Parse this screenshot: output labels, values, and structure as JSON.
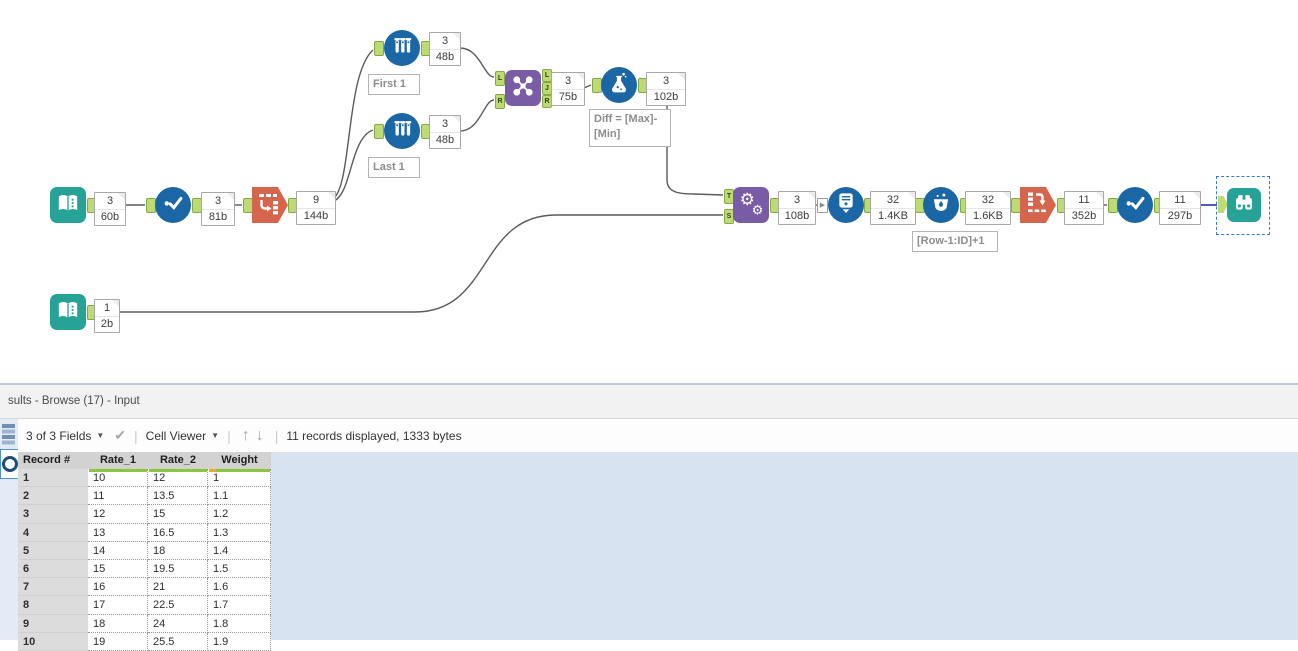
{
  "canvas": {
    "annotations": [
      {
        "count": "3",
        "size": "60b"
      },
      {
        "count": "3",
        "size": "81b"
      },
      {
        "count": "9",
        "size": "144b"
      },
      {
        "count": "3",
        "size": "48b"
      },
      {
        "count": "3",
        "size": "48b"
      },
      {
        "count": "3",
        "size": "75b"
      },
      {
        "count": "3",
        "size": "102b"
      },
      {
        "count": "3",
        "size": "108b"
      },
      {
        "count": "32",
        "size": "1.4KB"
      },
      {
        "count": "32",
        "size": "1.6KB"
      },
      {
        "count": "11",
        "size": "352b"
      },
      {
        "count": "11",
        "size": "297b"
      },
      {
        "count": "1",
        "size": "2b"
      }
    ],
    "labels": {
      "sample_first": "First 1",
      "sample_last": "Last 1",
      "formula": "Diff = [Max]-[Min]",
      "multi_row": "[Row-1:ID]+1"
    },
    "anchors": {
      "join_in": [
        "L",
        "R"
      ],
      "join_out": [
        "L",
        "J",
        "R"
      ],
      "append_in": [
        "T",
        "S"
      ]
    }
  },
  "results": {
    "title": "sults - Browse (17) - Input",
    "toolbar": {
      "fields_dropdown": "3 of 3 Fields",
      "cell_viewer_dropdown": "Cell Viewer",
      "status": "11 records displayed, 1333 bytes"
    },
    "table": {
      "columns": [
        "Record #",
        "Rate_1",
        "Rate_2",
        "Weight"
      ],
      "rows": [
        [
          "1",
          "10",
          "12",
          "1"
        ],
        [
          "2",
          "11",
          "13.5",
          "1.1"
        ],
        [
          "3",
          "12",
          "15",
          "1.2"
        ],
        [
          "4",
          "13",
          "16.5",
          "1.3"
        ],
        [
          "5",
          "14",
          "18",
          "1.4"
        ],
        [
          "6",
          "15",
          "19.5",
          "1.5"
        ],
        [
          "7",
          "16",
          "21",
          "1.6"
        ],
        [
          "8",
          "17",
          "22.5",
          "1.7"
        ],
        [
          "9",
          "18",
          "24",
          "1.8"
        ],
        [
          "10",
          "19",
          "25.5",
          "1.9"
        ]
      ]
    }
  },
  "colors": {
    "tool_teal": "#26a296",
    "tool_blue": "#1b67a6",
    "tool_purple": "#7a5ba6",
    "tool_orange": "#d5664d",
    "anchor_green": "#bcdb74",
    "wire": "#5a5a5a",
    "selected_wire": "#4a5ec2",
    "selection_dash": "#2f7bd6",
    "quality_green": "#8cc63f",
    "quality_orange": "#f0a82a",
    "results_bg": "#d8e3f2"
  }
}
